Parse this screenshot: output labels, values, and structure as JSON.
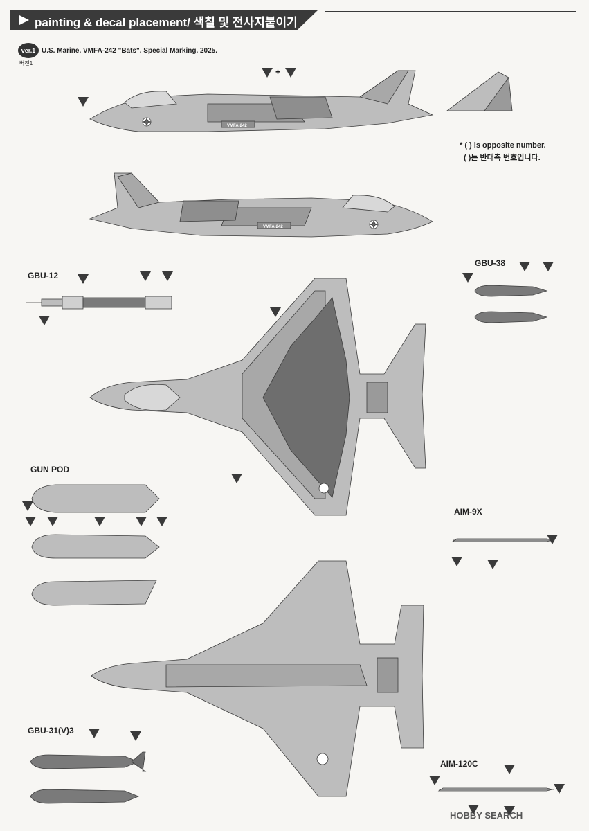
{
  "header": {
    "title": "painting & decal placement/ 색칠 및 전사지붙이기"
  },
  "version": {
    "badge": "ver.1",
    "sub": "버전1",
    "description": "U.S. Marine.  VMFA-242 \"Bats\".  Special Marking.  2025."
  },
  "note": {
    "line1": "* (  ) is opposite number.",
    "line2": "(  )는 반대측 번호입니다."
  },
  "labels": {
    "gbu12": "GBU-12",
    "gbu38": "GBU-38",
    "gun_pod": "GUN POD",
    "aim9x": "AIM-9X",
    "gbu31": "GBU-31(V)3",
    "aim120c": "AIM-120C"
  },
  "markings": {
    "side_code": "VMFA-242",
    "plus": "+"
  },
  "watermark": "HOBBY SEARCH",
  "colors": {
    "aircraft": "#bdbdbd",
    "aircraft_dark": "#8e8e8e",
    "bat": "#6e6e6e",
    "line": "#3c3c3c",
    "header": "#3a3a3a",
    "paper": "#f7f6f3"
  }
}
